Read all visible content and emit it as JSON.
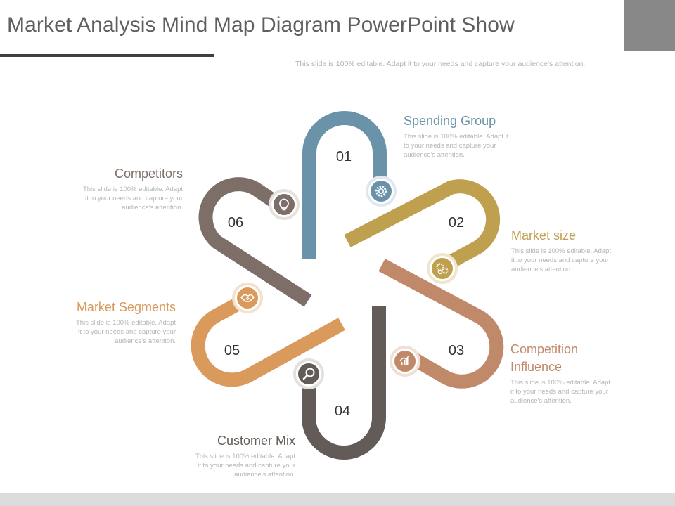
{
  "slide": {
    "title": "Market Analysis Mind Map Diagram PowerPoint Show",
    "subtitle": "This slide is 100% editable. Adapt it to your needs and capture your audience's attention."
  },
  "petals": [
    {
      "number": "01",
      "label": "Spending Group",
      "color": "#6a93aa",
      "icon": "gear-icon",
      "desc": [
        "This slide is 100% editable.  Adapt it",
        "to your needs and capture your",
        "audience's attention."
      ]
    },
    {
      "number": "02",
      "label": "Market size",
      "color": "#bfa04f",
      "icon": "gears-icon",
      "desc": [
        "This slide is 100% editable.  Adapt",
        "it to your needs and capture your",
        "audience's attention."
      ]
    },
    {
      "number": "03",
      "label": "Competition Influence",
      "label_lines": [
        "Competition",
        "Influence"
      ],
      "color": "#c08a6a",
      "icon": "bar-chart-icon",
      "desc": [
        "This slide is 100% editable.  Adapt",
        "it to your needs and capture your",
        "audience's attention."
      ]
    },
    {
      "number": "04",
      "label": "Customer Mix",
      "color": "#625b57",
      "icon": "magnifier-icon",
      "desc": [
        "This slide is 100% editable.  Adapt",
        "it to your needs and capture your",
        "audience's attention."
      ]
    },
    {
      "number": "05",
      "label": "Market Segments",
      "color": "#d99a5c",
      "icon": "handshake-icon",
      "desc": [
        "This slide is 100% editable.  Adapt",
        "it to your needs and capture your",
        "audience's attention."
      ]
    },
    {
      "number": "06",
      "label": "Competitors",
      "color": "#7e6e68",
      "icon": "lightbulb-icon",
      "desc": [
        "This slide is 100% editable.  Adapt",
        "it to your needs and capture your",
        "audience's attention."
      ]
    }
  ],
  "colors": {
    "title": "#5f5f5f",
    "corner": "#888888",
    "description": "#b5b5b5",
    "number": "#333333"
  }
}
